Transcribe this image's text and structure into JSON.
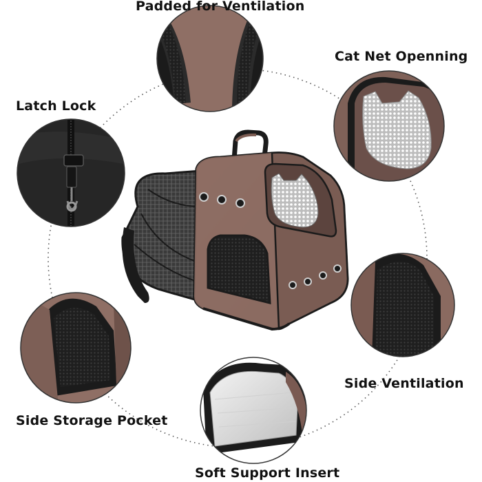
{
  "image": {
    "subject": "pet carrier backpack",
    "colors": {
      "leather": "#8a6a60",
      "leather_dark": "#6e524a",
      "trim": "#1e1e1e",
      "mesh": "#2a2a2a",
      "light_mesh": "#d8d8d8",
      "dotted_ring": "#444444"
    }
  },
  "features": [
    {
      "key": "padded",
      "label": "Padded for Ventilation",
      "icon": "shoulder-strap-closeup"
    },
    {
      "key": "catnet",
      "label": "Cat Net Openning",
      "icon": "cat-window-closeup"
    },
    {
      "key": "latch",
      "label": "Latch Lock",
      "icon": "zipper-latch-closeup"
    },
    {
      "key": "sidevent",
      "label": "Side Ventilation",
      "icon": "side-mesh-closeup"
    },
    {
      "key": "sidestorage",
      "label": "Side Storage Pocket",
      "icon": "pocket-closeup"
    },
    {
      "key": "soft",
      "label": "Soft Support Insert",
      "icon": "insert-pad-closeup"
    }
  ]
}
